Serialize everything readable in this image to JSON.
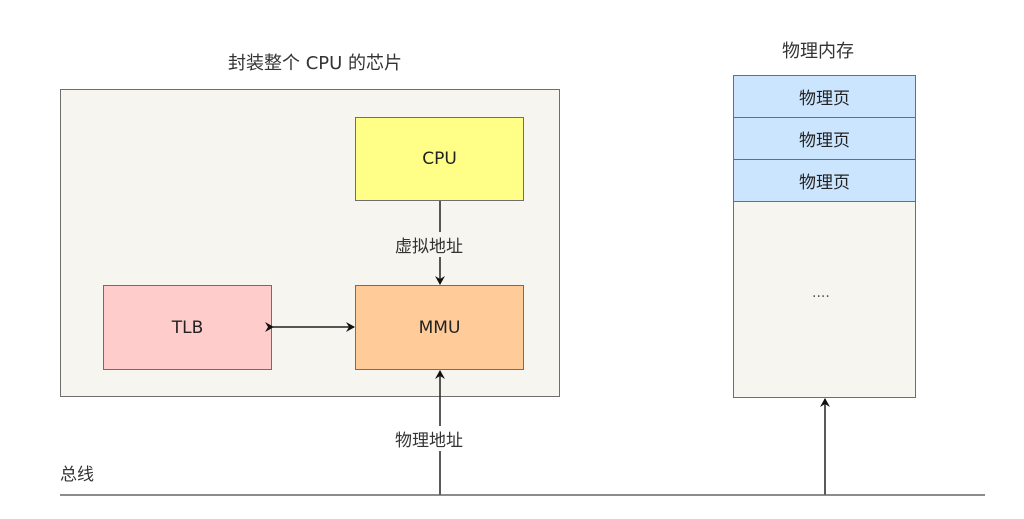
{
  "chip": {
    "title": "封装整个 CPU 的芯片",
    "fill": "#f7f5ef"
  },
  "cpu": {
    "label": "CPU",
    "fill": "#ffff88"
  },
  "tlb": {
    "label": "TLB",
    "fill": "#ffcccc"
  },
  "mmu": {
    "label": "MMU",
    "fill": "#ffcc99"
  },
  "edges": {
    "cpu_to_mmu": "虚拟地址",
    "mmu_to_bus": "物理地址"
  },
  "bus": {
    "label": "总线"
  },
  "memory": {
    "title": "物理内存",
    "page_fill": "#cce5ff",
    "fill": "#f7f5ef",
    "pages": [
      "物理页",
      "物理页",
      "物理页"
    ],
    "rest_label": "...."
  }
}
